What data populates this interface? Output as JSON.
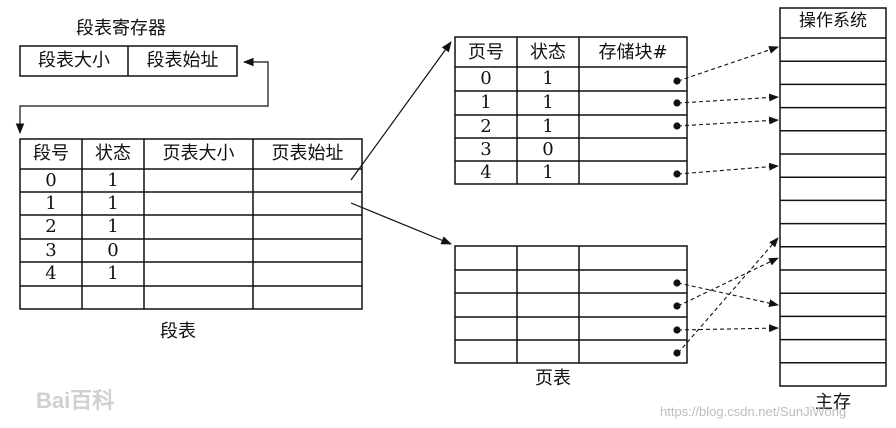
{
  "segment_register": {
    "title": "段表寄存器",
    "cells": [
      "段表大小",
      "段表始址"
    ]
  },
  "segment_table": {
    "caption": "段表",
    "headers": [
      "段号",
      "状态",
      "页表大小",
      "页表始址"
    ],
    "rows": [
      [
        "0",
        "1",
        "",
        ""
      ],
      [
        "1",
        "1",
        "",
        ""
      ],
      [
        "2",
        "1",
        "",
        ""
      ],
      [
        "3",
        "0",
        "",
        ""
      ],
      [
        "4",
        "1",
        "",
        ""
      ],
      [
        "",
        "",
        "",
        ""
      ]
    ]
  },
  "page_table_1": {
    "headers": [
      "页号",
      "状态",
      "存储块#"
    ],
    "rows": [
      [
        "0",
        "1",
        ""
      ],
      [
        "1",
        "1",
        ""
      ],
      [
        "2",
        "1",
        ""
      ],
      [
        "3",
        "0",
        ""
      ],
      [
        "4",
        "1",
        ""
      ]
    ]
  },
  "page_table_2": {
    "caption": "页表",
    "row_count": 5
  },
  "main_memory": {
    "header": "操作系统",
    "caption": "主存"
  },
  "watermark": {
    "baidu": "Bai百科",
    "url": "https://blog.csdn.net/SunJiWong"
  },
  "colors": {
    "line": "#111111",
    "watermark": "#bdbdbd"
  }
}
